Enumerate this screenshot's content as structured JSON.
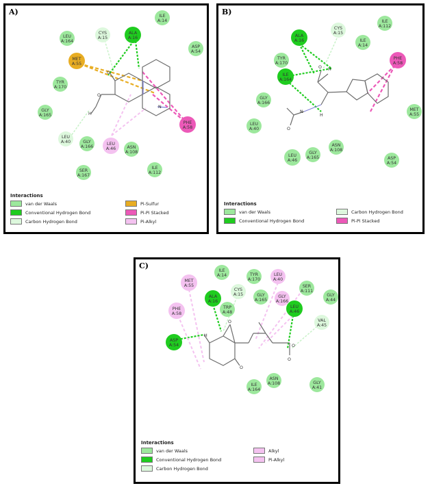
{
  "colors": {
    "vdw": "#9de89d",
    "hbond": "#1fcc1f",
    "chbond": "#ddf8dd",
    "pisulfur": "#e8ad23",
    "pipi": "#ec59b8",
    "pialkyl": "#f4c2f0",
    "alkyl": "#f4c2f0"
  },
  "panels": {
    "a": {
      "label": "A)",
      "legend_title": "Interactions",
      "legend": [
        "van der Waals",
        "Conventional Hydrogen Bond",
        "Carbon Hydrogen Bond",
        "Pi-Sulfur",
        "Pi-Pi Stacked",
        "Pi-Alkyl"
      ],
      "residues": [
        {
          "name": "ILE",
          "pos": "A:14"
        },
        {
          "name": "ALA",
          "pos": "A:16"
        },
        {
          "name": "CYS",
          "pos": "A:15"
        },
        {
          "name": "LEU",
          "pos": "A:164"
        },
        {
          "name": "ASP",
          "pos": "A:54"
        },
        {
          "name": "MET",
          "pos": "A:55"
        },
        {
          "name": "TYR",
          "pos": "A:170"
        },
        {
          "name": "GLY",
          "pos": "A:165"
        },
        {
          "name": "PHE",
          "pos": "A:58"
        },
        {
          "name": "LEU",
          "pos": "A:40"
        },
        {
          "name": "GLY",
          "pos": "A:166"
        },
        {
          "name": "LEU",
          "pos": "A:46"
        },
        {
          "name": "ASN",
          "pos": "A:108"
        },
        {
          "name": "SER",
          "pos": "A:167"
        },
        {
          "name": "ILE",
          "pos": "A:112"
        }
      ],
      "atoms": [
        "O",
        "O",
        "H",
        "N"
      ]
    },
    "b": {
      "label": "B)",
      "legend_title": "Interactions",
      "legend": [
        "van der Waals",
        "Conventional Hydrogen Bond",
        "Carbon Hydrogen Bond",
        "Pi-Pi Stacked"
      ],
      "residues": [
        {
          "name": "ALA",
          "pos": "A:16"
        },
        {
          "name": "CYS",
          "pos": "A:15"
        },
        {
          "name": "ILE",
          "pos": "A:112"
        },
        {
          "name": "ILE",
          "pos": "A:14"
        },
        {
          "name": "TYR",
          "pos": "A:170"
        },
        {
          "name": "ILE",
          "pos": "A:164"
        },
        {
          "name": "PHE",
          "pos": "A:58"
        },
        {
          "name": "GLY",
          "pos": "A:166"
        },
        {
          "name": "LEU",
          "pos": "A:40"
        },
        {
          "name": "MET",
          "pos": "A:55"
        },
        {
          "name": "LEU",
          "pos": "A:46"
        },
        {
          "name": "GLY",
          "pos": "A:165"
        },
        {
          "name": "ASN",
          "pos": "A:108"
        },
        {
          "name": "ASP",
          "pos": "A:54"
        }
      ],
      "atoms": [
        "O",
        "H",
        "N",
        "H",
        "O"
      ]
    },
    "c": {
      "label": "C)",
      "legend_title": "Interactions",
      "legend": [
        "van der Waals",
        "Conventional Hydrogen Bond",
        "Carbon Hydrogen Bond",
        "Alkyl",
        "Pi-Alkyl"
      ],
      "residues": [
        {
          "name": "ILE",
          "pos": "A:14"
        },
        {
          "name": "MET",
          "pos": "A:55"
        },
        {
          "name": "TYR",
          "pos": "A:170"
        },
        {
          "name": "LEU",
          "pos": "A:40"
        },
        {
          "name": "SER",
          "pos": "A:111"
        },
        {
          "name": "CYS",
          "pos": "A:15"
        },
        {
          "name": "GLY",
          "pos": "A:44"
        },
        {
          "name": "ALA",
          "pos": "A:16"
        },
        {
          "name": "GLY",
          "pos": "A:165"
        },
        {
          "name": "GLY",
          "pos": "A:166"
        },
        {
          "name": "TRP",
          "pos": "A:48"
        },
        {
          "name": "LEU",
          "pos": "A:46"
        },
        {
          "name": "PHE",
          "pos": "A:58"
        },
        {
          "name": "VAL",
          "pos": "A:45"
        },
        {
          "name": "ASP",
          "pos": "A:54"
        },
        {
          "name": "ASN",
          "pos": "A:108"
        },
        {
          "name": "ILE",
          "pos": "A:164"
        },
        {
          "name": "GLY",
          "pos": "A:41"
        }
      ],
      "atoms": [
        "H",
        "O",
        "O",
        "O",
        "O"
      ]
    }
  }
}
